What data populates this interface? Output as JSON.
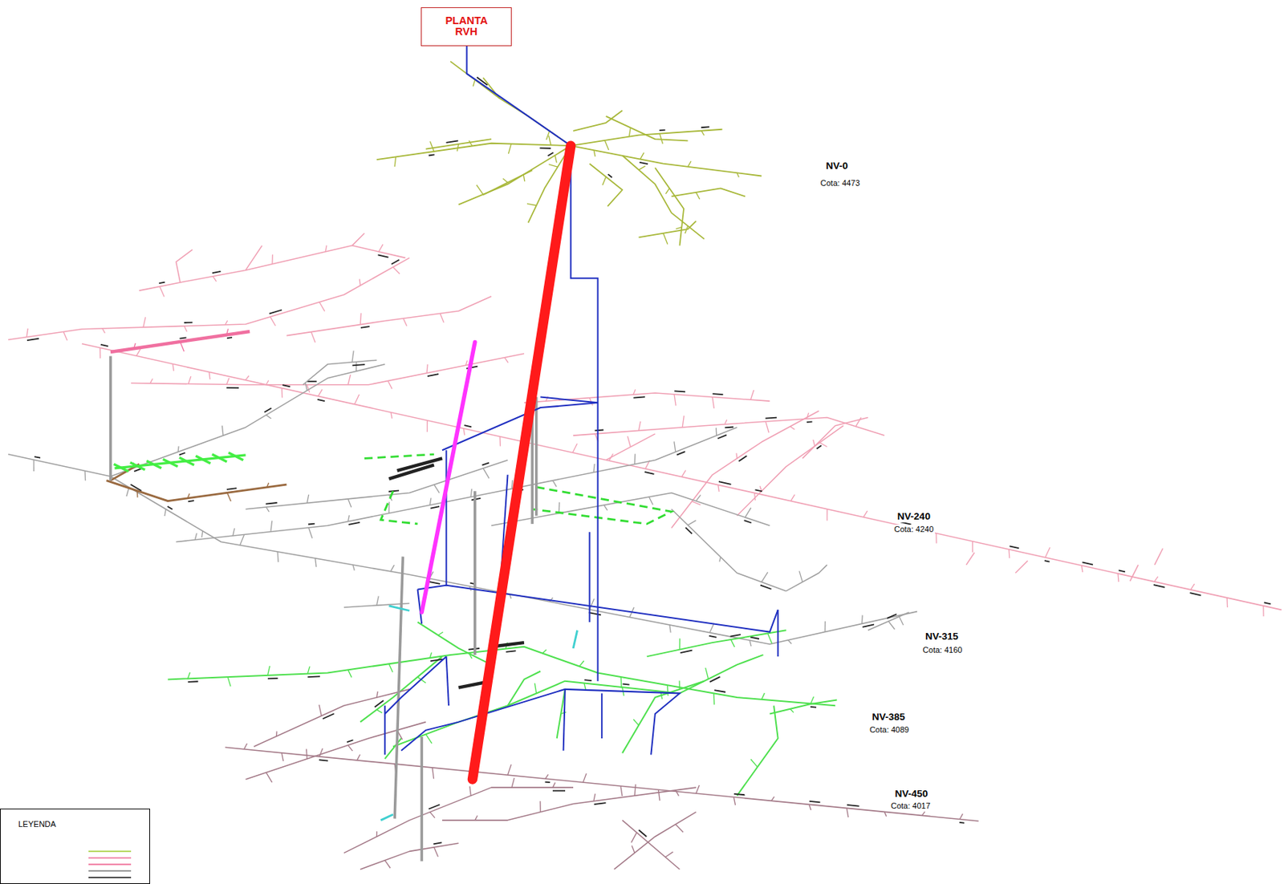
{
  "diagram": {
    "nodes": [
      {
        "text": [
          "PLANTA RVH"
        ]
      },
      {
        "text": [
          "LEYENDA"
        ]
      }
    ],
    "labels": [
      "NV-0",
      "Cota: 4473",
      "NV-240",
      "Cota: 4240",
      "NV-315",
      "Cota: 4160",
      "NV-385",
      "Cota: 4089",
      "NV-450",
      "Cota: 4017"
    ]
  }
}
